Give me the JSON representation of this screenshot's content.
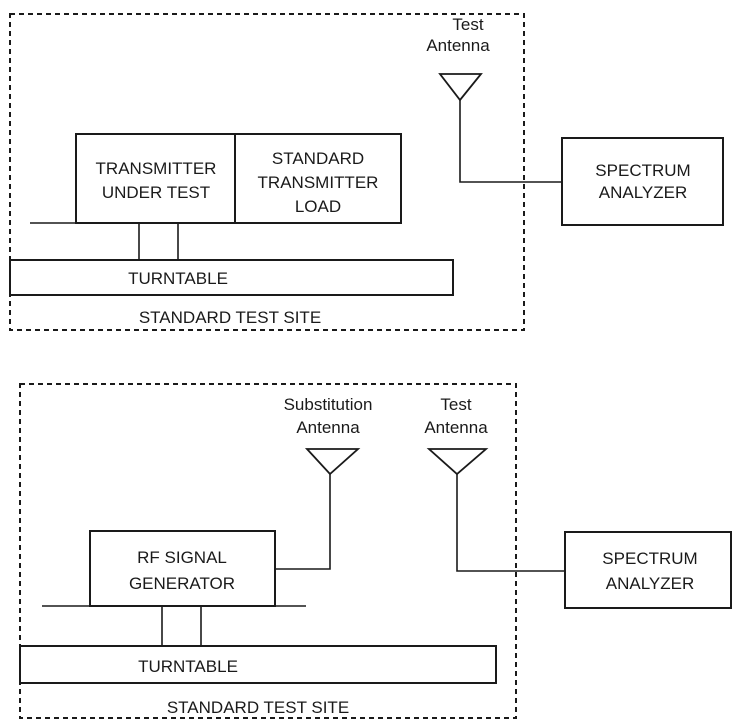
{
  "diagram1": {
    "test_antenna_label": [
      "Test",
      "Antenna"
    ],
    "transmitter_box": [
      "TRANSMITTER",
      "UNDER TEST"
    ],
    "load_box": [
      "STANDARD",
      "TRANSMITTER",
      "LOAD"
    ],
    "turntable_label": "TURNTABLE",
    "site_label": "STANDARD TEST SITE",
    "analyzer_box": [
      "SPECTRUM",
      "ANALYZER"
    ]
  },
  "diagram2": {
    "substitution_antenna_label": [
      "Substitution",
      "Antenna"
    ],
    "test_antenna_label": [
      "Test",
      "Antenna"
    ],
    "generator_box": [
      "RF SIGNAL",
      "GENERATOR"
    ],
    "turntable_label": "TURNTABLE",
    "site_label": "STANDARD TEST SITE",
    "analyzer_box": [
      "SPECTRUM",
      "ANALYZER"
    ]
  }
}
